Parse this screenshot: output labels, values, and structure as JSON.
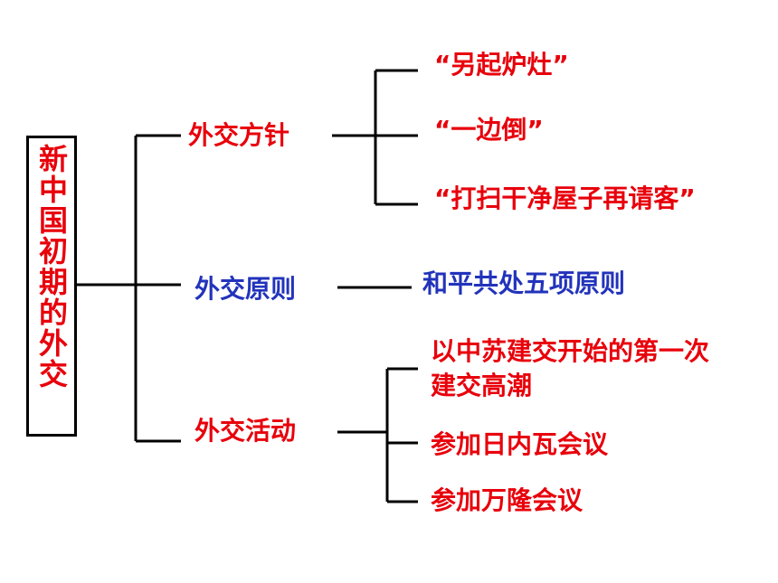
{
  "colors": {
    "red": "#e8000b",
    "blue": "#2233bb",
    "line": "#000000"
  },
  "root": {
    "label": "新中国初期的外交",
    "color": "#e8000b"
  },
  "branches": [
    {
      "label": "外交方针",
      "color": "#e8000b",
      "children": [
        {
          "label": "“另起炉灶”",
          "color": "#e8000b"
        },
        {
          "label": "“一边倒”",
          "color": "#e8000b"
        },
        {
          "label": "“打扫干净屋子再请客”",
          "color": "#e8000b"
        }
      ]
    },
    {
      "label": "外交原则",
      "color": "#2233bb",
      "children": [
        {
          "label": "和平共处五项原则",
          "color": "#2233bb"
        }
      ]
    },
    {
      "label": "外交活动",
      "color": "#e8000b",
      "children": [
        {
          "label": "以中苏建交开始的第一次建交高潮",
          "color": "#e8000b"
        },
        {
          "label": "参加日内瓦会议",
          "color": "#e8000b"
        },
        {
          "label": "参加万隆会议",
          "color": "#e8000b"
        }
      ]
    }
  ]
}
